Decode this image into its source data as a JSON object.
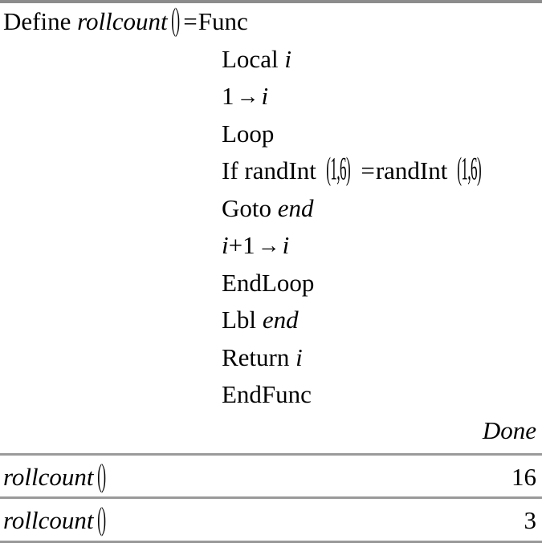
{
  "document": {
    "type": "calculator-history",
    "top_rule_color": "#8c8c8c",
    "separator_color": "#9a9a9a",
    "background": "#ffffff",
    "text_color": "#000000"
  },
  "program": {
    "lines": [
      {
        "indent": false,
        "segments": [
          {
            "text": "Define ",
            "style": "keyword"
          },
          {
            "text": "rollcount",
            "style": "identifier"
          },
          {
            "text": "()",
            "style": "paren"
          },
          {
            "text": "=",
            "style": "operator"
          },
          {
            "text": "Func",
            "style": "keyword"
          }
        ],
        "plain": "Define rollcount()=Func"
      },
      {
        "indent": true,
        "segments": [
          {
            "text": "Local ",
            "style": "keyword"
          },
          {
            "text": "i",
            "style": "identifier"
          }
        ],
        "plain": "Local i"
      },
      {
        "indent": true,
        "segments": [
          {
            "text": "1",
            "style": "number"
          },
          {
            "text": "→",
            "style": "operator"
          },
          {
            "text": "i",
            "style": "identifier"
          }
        ],
        "plain": "1→i"
      },
      {
        "indent": true,
        "segments": [
          {
            "text": "Loop",
            "style": "keyword"
          }
        ],
        "plain": "Loop"
      },
      {
        "indent": true,
        "segments": [
          {
            "text": "If randInt",
            "style": "keyword"
          },
          {
            "text": "(1,6)",
            "style": "paren"
          },
          {
            "text": "=",
            "style": "operator"
          },
          {
            "text": "randInt",
            "style": "keyword"
          },
          {
            "text": "(1,6)",
            "style": "paren"
          }
        ],
        "plain": "If randInt(1,6)=randInt(1,6)"
      },
      {
        "indent": true,
        "segments": [
          {
            "text": "Goto ",
            "style": "keyword"
          },
          {
            "text": "end",
            "style": "identifier"
          }
        ],
        "plain": "Goto end"
      },
      {
        "indent": true,
        "segments": [
          {
            "text": "i",
            "style": "identifier"
          },
          {
            "text": "+1",
            "style": "operator"
          },
          {
            "text": "→",
            "style": "operator"
          },
          {
            "text": "i",
            "style": "identifier"
          }
        ],
        "plain": "i+1→i"
      },
      {
        "indent": true,
        "segments": [
          {
            "text": "EndLoop",
            "style": "keyword"
          }
        ],
        "plain": "EndLoop"
      },
      {
        "indent": true,
        "segments": [
          {
            "text": "Lbl ",
            "style": "keyword"
          },
          {
            "text": "end",
            "style": "identifier"
          }
        ],
        "plain": "Lbl end"
      },
      {
        "indent": true,
        "segments": [
          {
            "text": "Return ",
            "style": "keyword"
          },
          {
            "text": "i",
            "style": "identifier"
          }
        ],
        "plain": "Return i"
      },
      {
        "indent": true,
        "segments": [
          {
            "text": "EndFunc",
            "style": "keyword"
          }
        ],
        "plain": "EndFunc"
      }
    ],
    "result": "Done"
  },
  "history": {
    "entries": [
      {
        "expression_name": "rollcount",
        "expression_parens": "()",
        "result": "16"
      },
      {
        "expression_name": "rollcount",
        "expression_parens": "()",
        "result": "3"
      }
    ]
  }
}
